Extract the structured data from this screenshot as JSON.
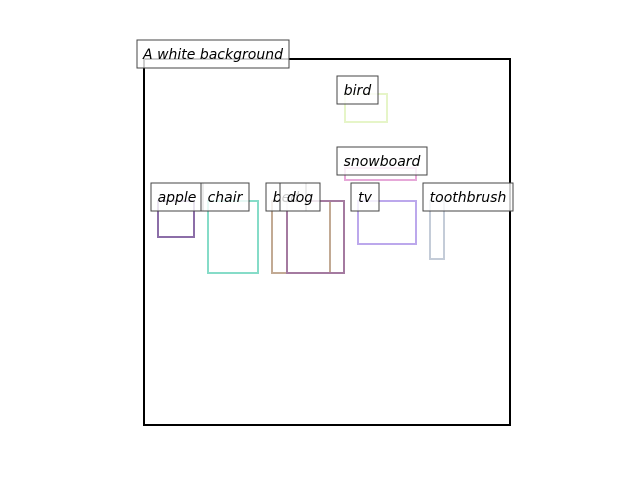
{
  "scene": {
    "caption": "A white background",
    "frame_color": "#000000"
  },
  "objects": [
    {
      "key": "bird",
      "label": "bird",
      "color": "#e6f5c8"
    },
    {
      "key": "snowboard",
      "label": "snowboard",
      "color": "#e6a8d8"
    },
    {
      "key": "apple",
      "label": "apple",
      "color": "#8c6ea8"
    },
    {
      "key": "chair",
      "label": "chair",
      "color": "#86dcc8"
    },
    {
      "key": "bed",
      "label": "bed",
      "color": "#c2aa94"
    },
    {
      "key": "dog",
      "label": "dog",
      "color": "#a47aa0"
    },
    {
      "key": "tv",
      "label": "tv",
      "color": "#bca8ec"
    },
    {
      "key": "toothbrush",
      "label": "toothbrush",
      "color": "#c4ccd8"
    }
  ]
}
